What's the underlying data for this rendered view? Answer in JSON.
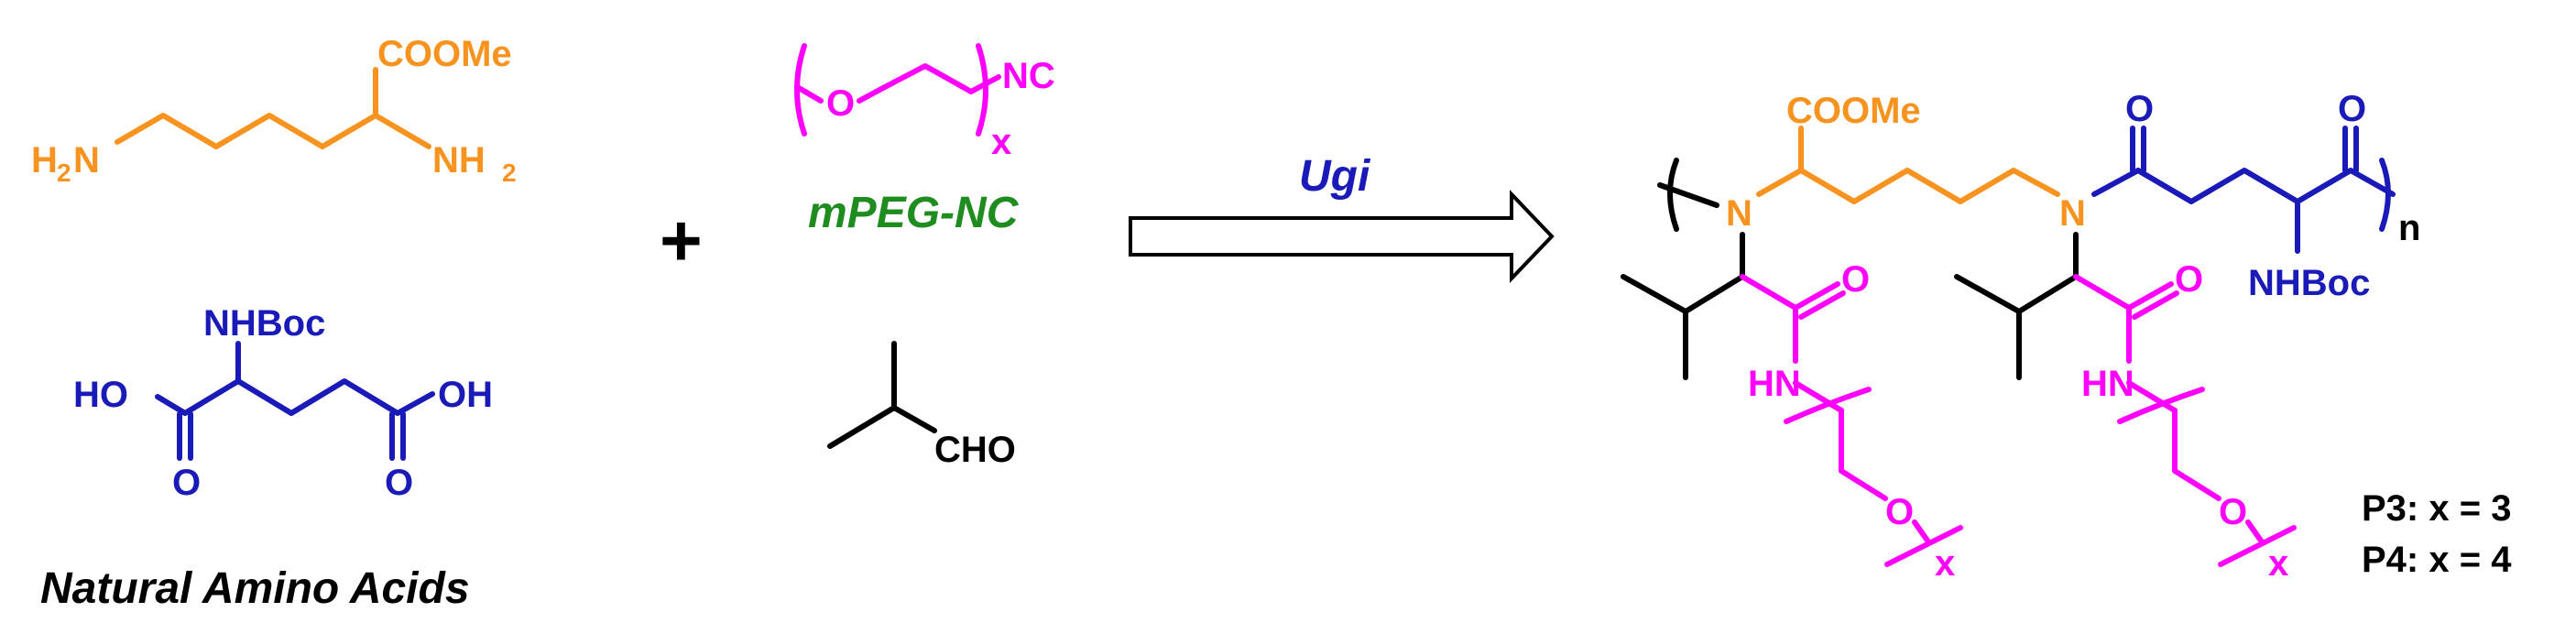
{
  "colors": {
    "lysine": "#F7931E",
    "glutamic": "#1A1AB8",
    "peg": "#FF00FF",
    "black": "#000000",
    "mpeg_name": "#1E8C1E",
    "ugi": "#1A1AB8"
  },
  "lysine": {
    "ester": "COOMe",
    "amine_left": "H",
    "amine_left_n": "N",
    "amine_right": "NH",
    "sub2": "2"
  },
  "glutamic": {
    "nhboc": "NHBoc",
    "ho_left": "HO",
    "oh_right": "OH",
    "o": "O"
  },
  "amino_acids_label": "Natural Amino Acids",
  "plus": "+",
  "peg_reagent": {
    "o": "O",
    "nc": "NC",
    "x": "x",
    "name": "mPEG-NC"
  },
  "aldehyde": {
    "cho": "CHO"
  },
  "reaction": {
    "name": "Ugi"
  },
  "product": {
    "ester": "COOMe",
    "n": "N",
    "o": "O",
    "nhboc": "NHBoc",
    "hn": "HN",
    "x": "x",
    "repeat": "n"
  },
  "legend": [
    "P3:  x = 3",
    "P4:  x = 4"
  ]
}
